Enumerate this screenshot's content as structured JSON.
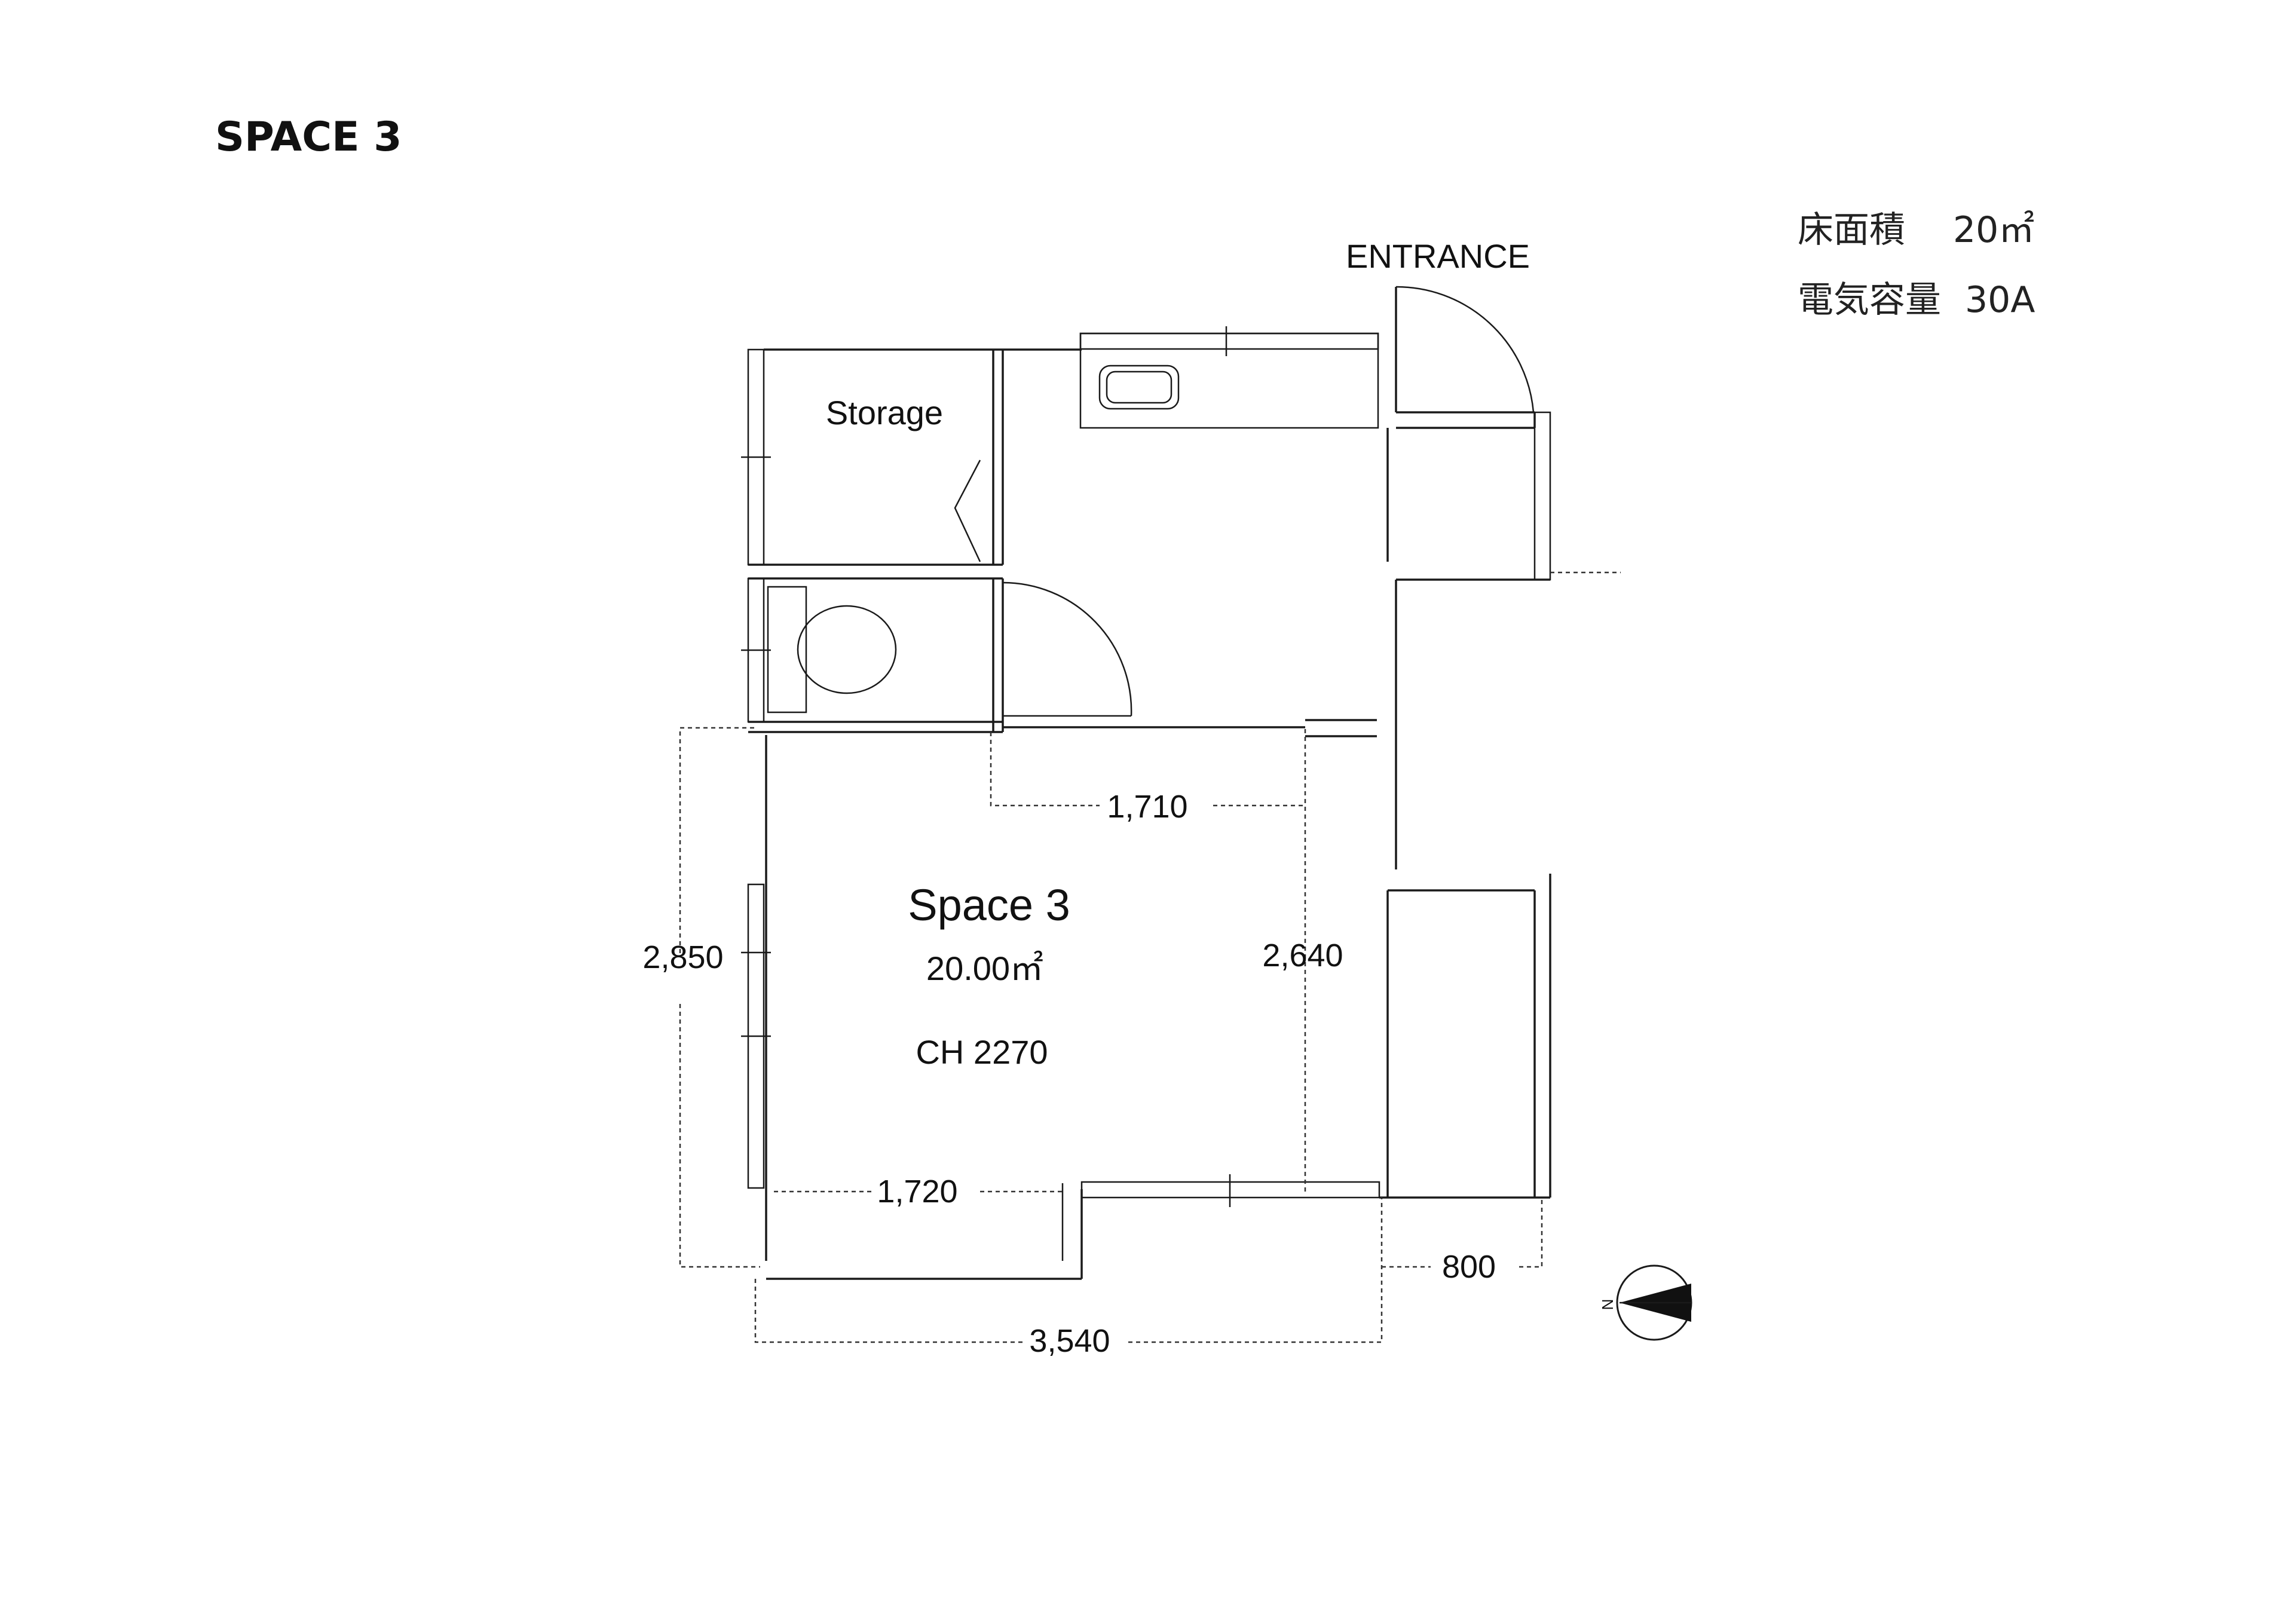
{
  "sheet": {
    "title": "SPACE 3"
  },
  "info": {
    "floor_area_label": "床面積",
    "floor_area_value": "20㎡",
    "power_label": "電気容量",
    "power_value": "30A"
  },
  "plan": {
    "entrance_label": "ENTRANCE",
    "storage_label": "Storage",
    "room_name": "Space 3",
    "room_area": "20.00㎡",
    "ceiling_height": "CH 2270"
  },
  "dimensions": {
    "top_width": "1,710",
    "left_depth": "2,850",
    "right_depth": "2,640",
    "bottom_inner": "1,720",
    "bottom_total": "3,540",
    "side_corridor": "800"
  },
  "compass": {
    "north_label": "N",
    "icon": "north-arrow-icon"
  },
  "colors": {
    "line": "#1a1a1a",
    "background": "#ffffff"
  }
}
